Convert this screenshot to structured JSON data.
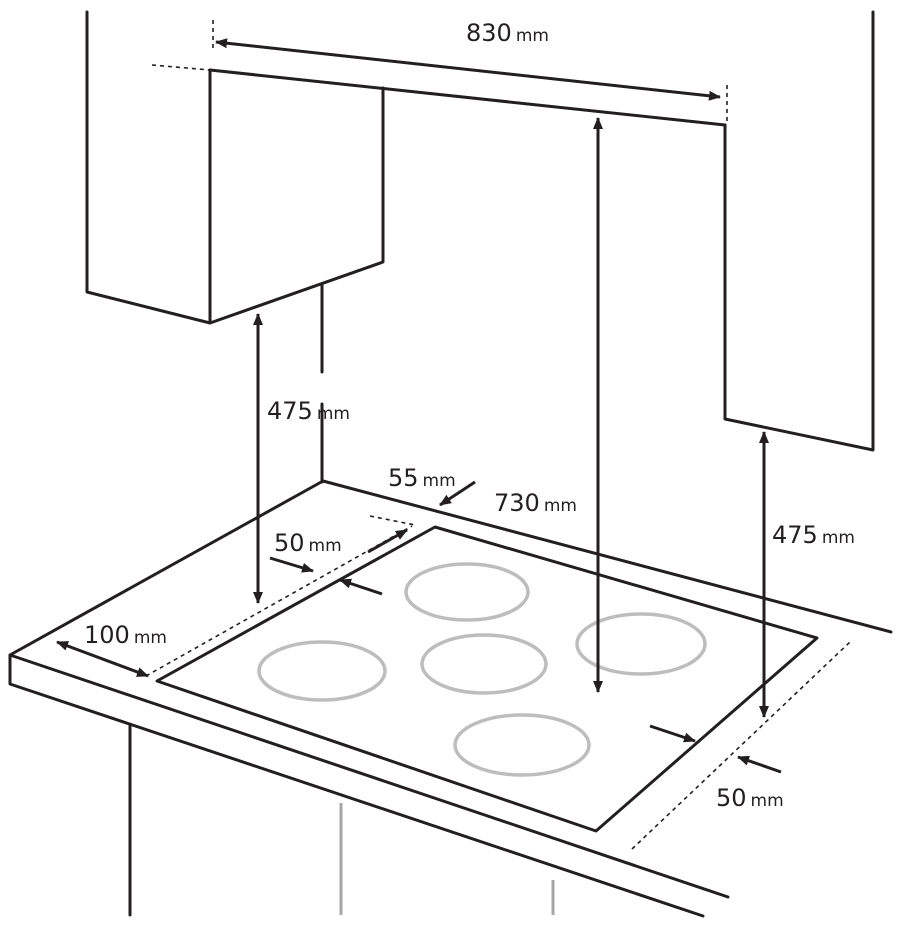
{
  "dimensions": {
    "width_top": {
      "value": "830",
      "unit": "mm"
    },
    "hood_height": {
      "value": "730",
      "unit": "mm"
    },
    "left_cabinet_clearance": {
      "value": "475",
      "unit": "mm"
    },
    "right_cabinet_clearance": {
      "value": "475",
      "unit": "mm"
    },
    "rear_gap": {
      "value": "55",
      "unit": "mm"
    },
    "side_gap_left": {
      "value": "50",
      "unit": "mm"
    },
    "front_gap": {
      "value": "100",
      "unit": "mm"
    },
    "side_gap_right": {
      "value": "50",
      "unit": "mm"
    }
  },
  "colors": {
    "line": "#231f20",
    "cooking_zone": "#bdbdbd",
    "cabinet_edge_gray": "#a7a7a7"
  }
}
